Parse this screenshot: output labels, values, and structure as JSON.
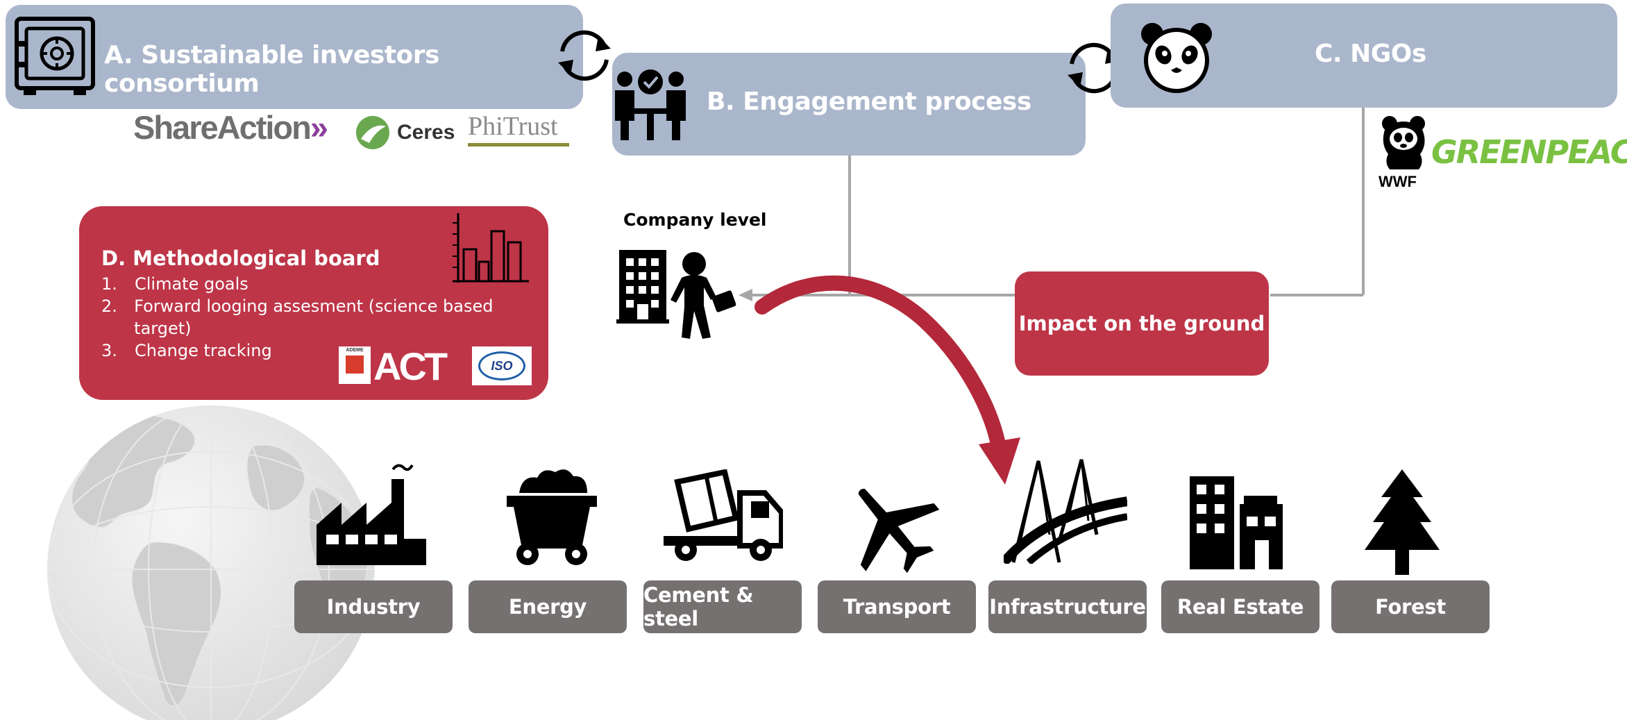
{
  "boxes": {
    "a": "A. Sustainable investors consortium",
    "b": "B. Engagement process",
    "c": "C. NGOs"
  },
  "logos": {
    "shareaction": "ShareAction",
    "ceres": "Ceres",
    "phitrust": "PhiTrust",
    "wwf": "WWF",
    "greenpeace": "GREENPEACE",
    "ademe": "ADEME",
    "act": "ACT",
    "iso": "ISO"
  },
  "company_level": "Company level",
  "impact": "Impact on the ground",
  "methodological": {
    "title": "D. Methodological board",
    "items": [
      {
        "num": "1.",
        "text": "Climate goals"
      },
      {
        "num": "2.",
        "text": "Forward looging assesment (science based target)"
      },
      {
        "num": "3.",
        "text": "Change tracking"
      }
    ]
  },
  "sectors": [
    "Industry",
    "Energy",
    "Cement & steel",
    "Transport",
    "Infrastructure",
    "Real Estate",
    "Forest"
  ],
  "colors": {
    "box_blue": "#aab6cb",
    "red": "#be3548",
    "sector_gray": "#767171",
    "arrow_red": "#b3283a",
    "greenpeace_green": "#7ac142"
  },
  "icons": [
    "safe-icon",
    "engagement-people-icon",
    "panda-icon",
    "bar-chart-icon",
    "office-building-icon",
    "businessman-icon",
    "factory-icon",
    "coal-cart-icon",
    "cement-truck-icon",
    "airplane-icon",
    "bridge-icon",
    "city-buildings-icon",
    "pine-tree-icon",
    "globe-icon"
  ]
}
